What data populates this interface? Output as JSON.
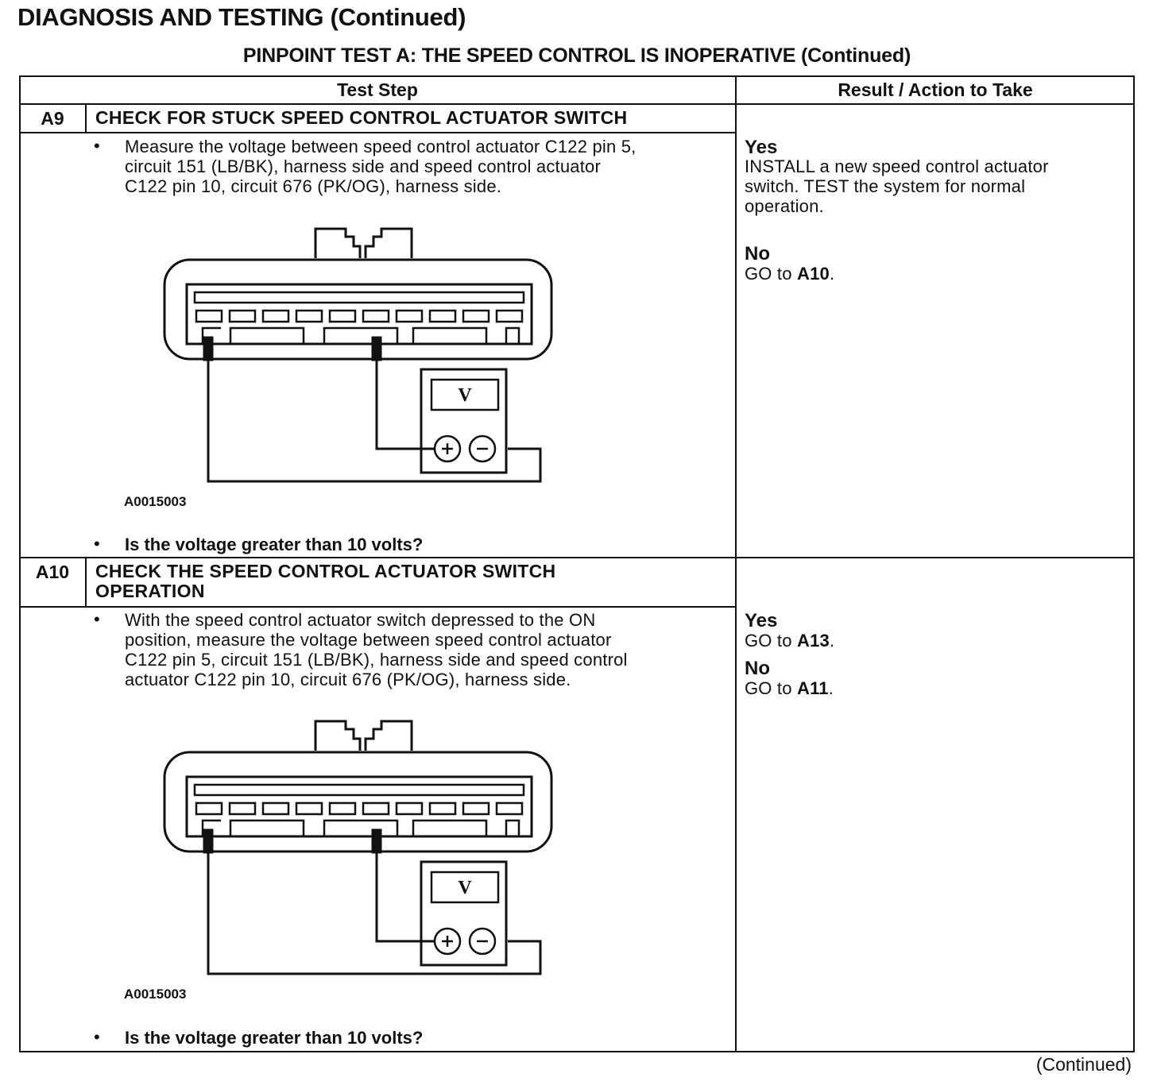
{
  "header": {
    "title": "DIAGNOSIS AND TESTING (Continued)",
    "subtitle": "PINPOINT TEST  A: THE SPEED CONTROL IS INOPERATIVE (Continued)"
  },
  "table": {
    "col_test_step": "Test Step",
    "col_result": "Result / Action to Take",
    "steps": [
      {
        "id": "A9",
        "title": "CHECK FOR STUCK SPEED CONTROL ACTUATOR SWITCH",
        "instruction_lines": [
          "Measure the voltage between speed control actuator C122 pin 5,",
          "circuit 151 (LB/BK), harness side and speed control actuator",
          "C122 pin 10, circuit 676 (PK/OG), harness side."
        ],
        "figure_id": "A0015003",
        "meter_symbol": "V",
        "question": "Is the voltage greater than 10 volts?",
        "result_yes": "Yes",
        "result_yes_lines": [
          "INSTALL a new speed control actuator",
          "switch. TEST the system for normal",
          "operation."
        ],
        "result_no": "No",
        "result_no_prefix": "GO to ",
        "result_no_target": "A10",
        "result_no_suffix": "."
      },
      {
        "id": "A10",
        "title_lines": [
          "CHECK THE SPEED CONTROL ACTUATOR SWITCH",
          "OPERATION"
        ],
        "instruction_lines": [
          "With the speed control actuator switch depressed to the ON",
          "position, measure the voltage between speed control actuator",
          "C122 pin 5, circuit 151 (LB/BK), harness side and speed control",
          "actuator C122 pin 10, circuit 676 (PK/OG), harness  side."
        ],
        "figure_id": "A0015003",
        "meter_symbol": "V",
        "question": "Is the voltage greater than 10 volts?",
        "result_yes": "Yes",
        "result_yes_prefix": "GO to ",
        "result_yes_target": "A13",
        "result_yes_suffix": ".",
        "result_no": "No",
        "result_no_prefix": "GO to ",
        "result_no_target": "A11",
        "result_no_suffix": "."
      }
    ]
  },
  "footer": {
    "continued": "(Continued)"
  }
}
